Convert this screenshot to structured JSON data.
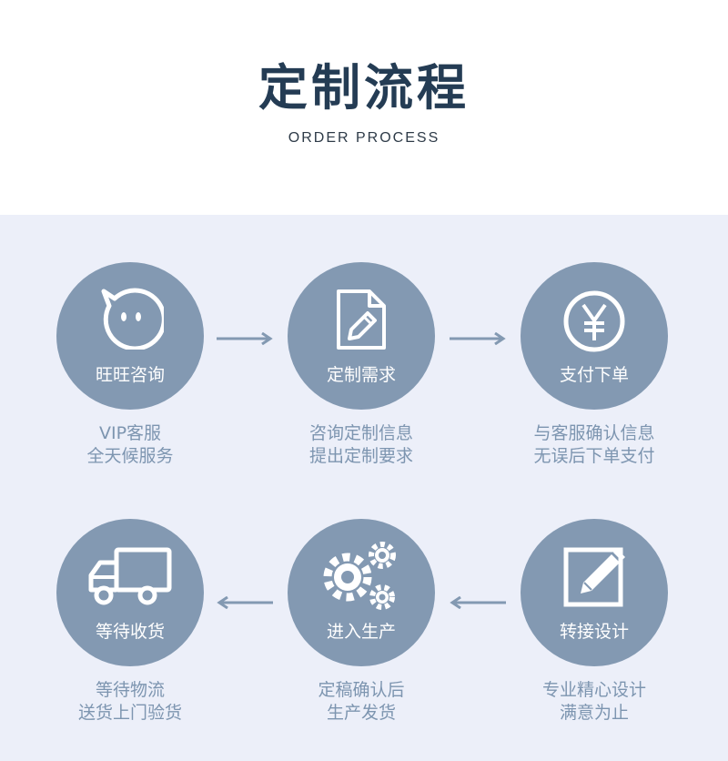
{
  "header": {
    "title": "定制流程",
    "subtitle": "ORDER PROCESS"
  },
  "steps": [
    {
      "icon": "chat-face-icon",
      "label": "旺旺咨询",
      "desc_line1": "VIP客服",
      "desc_line2": "全天候服务"
    },
    {
      "icon": "document-edit-icon",
      "label": "定制需求",
      "desc_line1": "咨询定制信息",
      "desc_line2": "提出定制要求"
    },
    {
      "icon": "yen-coin-icon",
      "label": "支付下单",
      "desc_line1": "与客服确认信息",
      "desc_line2": "无误后下单支付"
    },
    {
      "icon": "edit-square-icon",
      "label": "转接设计",
      "desc_line1": "专业精心设计",
      "desc_line2": "满意为止"
    },
    {
      "icon": "gears-icon",
      "label": "进入生产",
      "desc_line1": "定稿确认后",
      "desc_line2": "生产发货"
    },
    {
      "icon": "truck-icon",
      "label": "等待收货",
      "desc_line1": "等待物流",
      "desc_line2": "送货上门验货"
    }
  ],
  "colors": {
    "circle": "#8399b2",
    "panel_bg": "#eceff9",
    "title": "#243c54",
    "desc_text": "#7d95b0",
    "arrow": "#8399b2"
  }
}
